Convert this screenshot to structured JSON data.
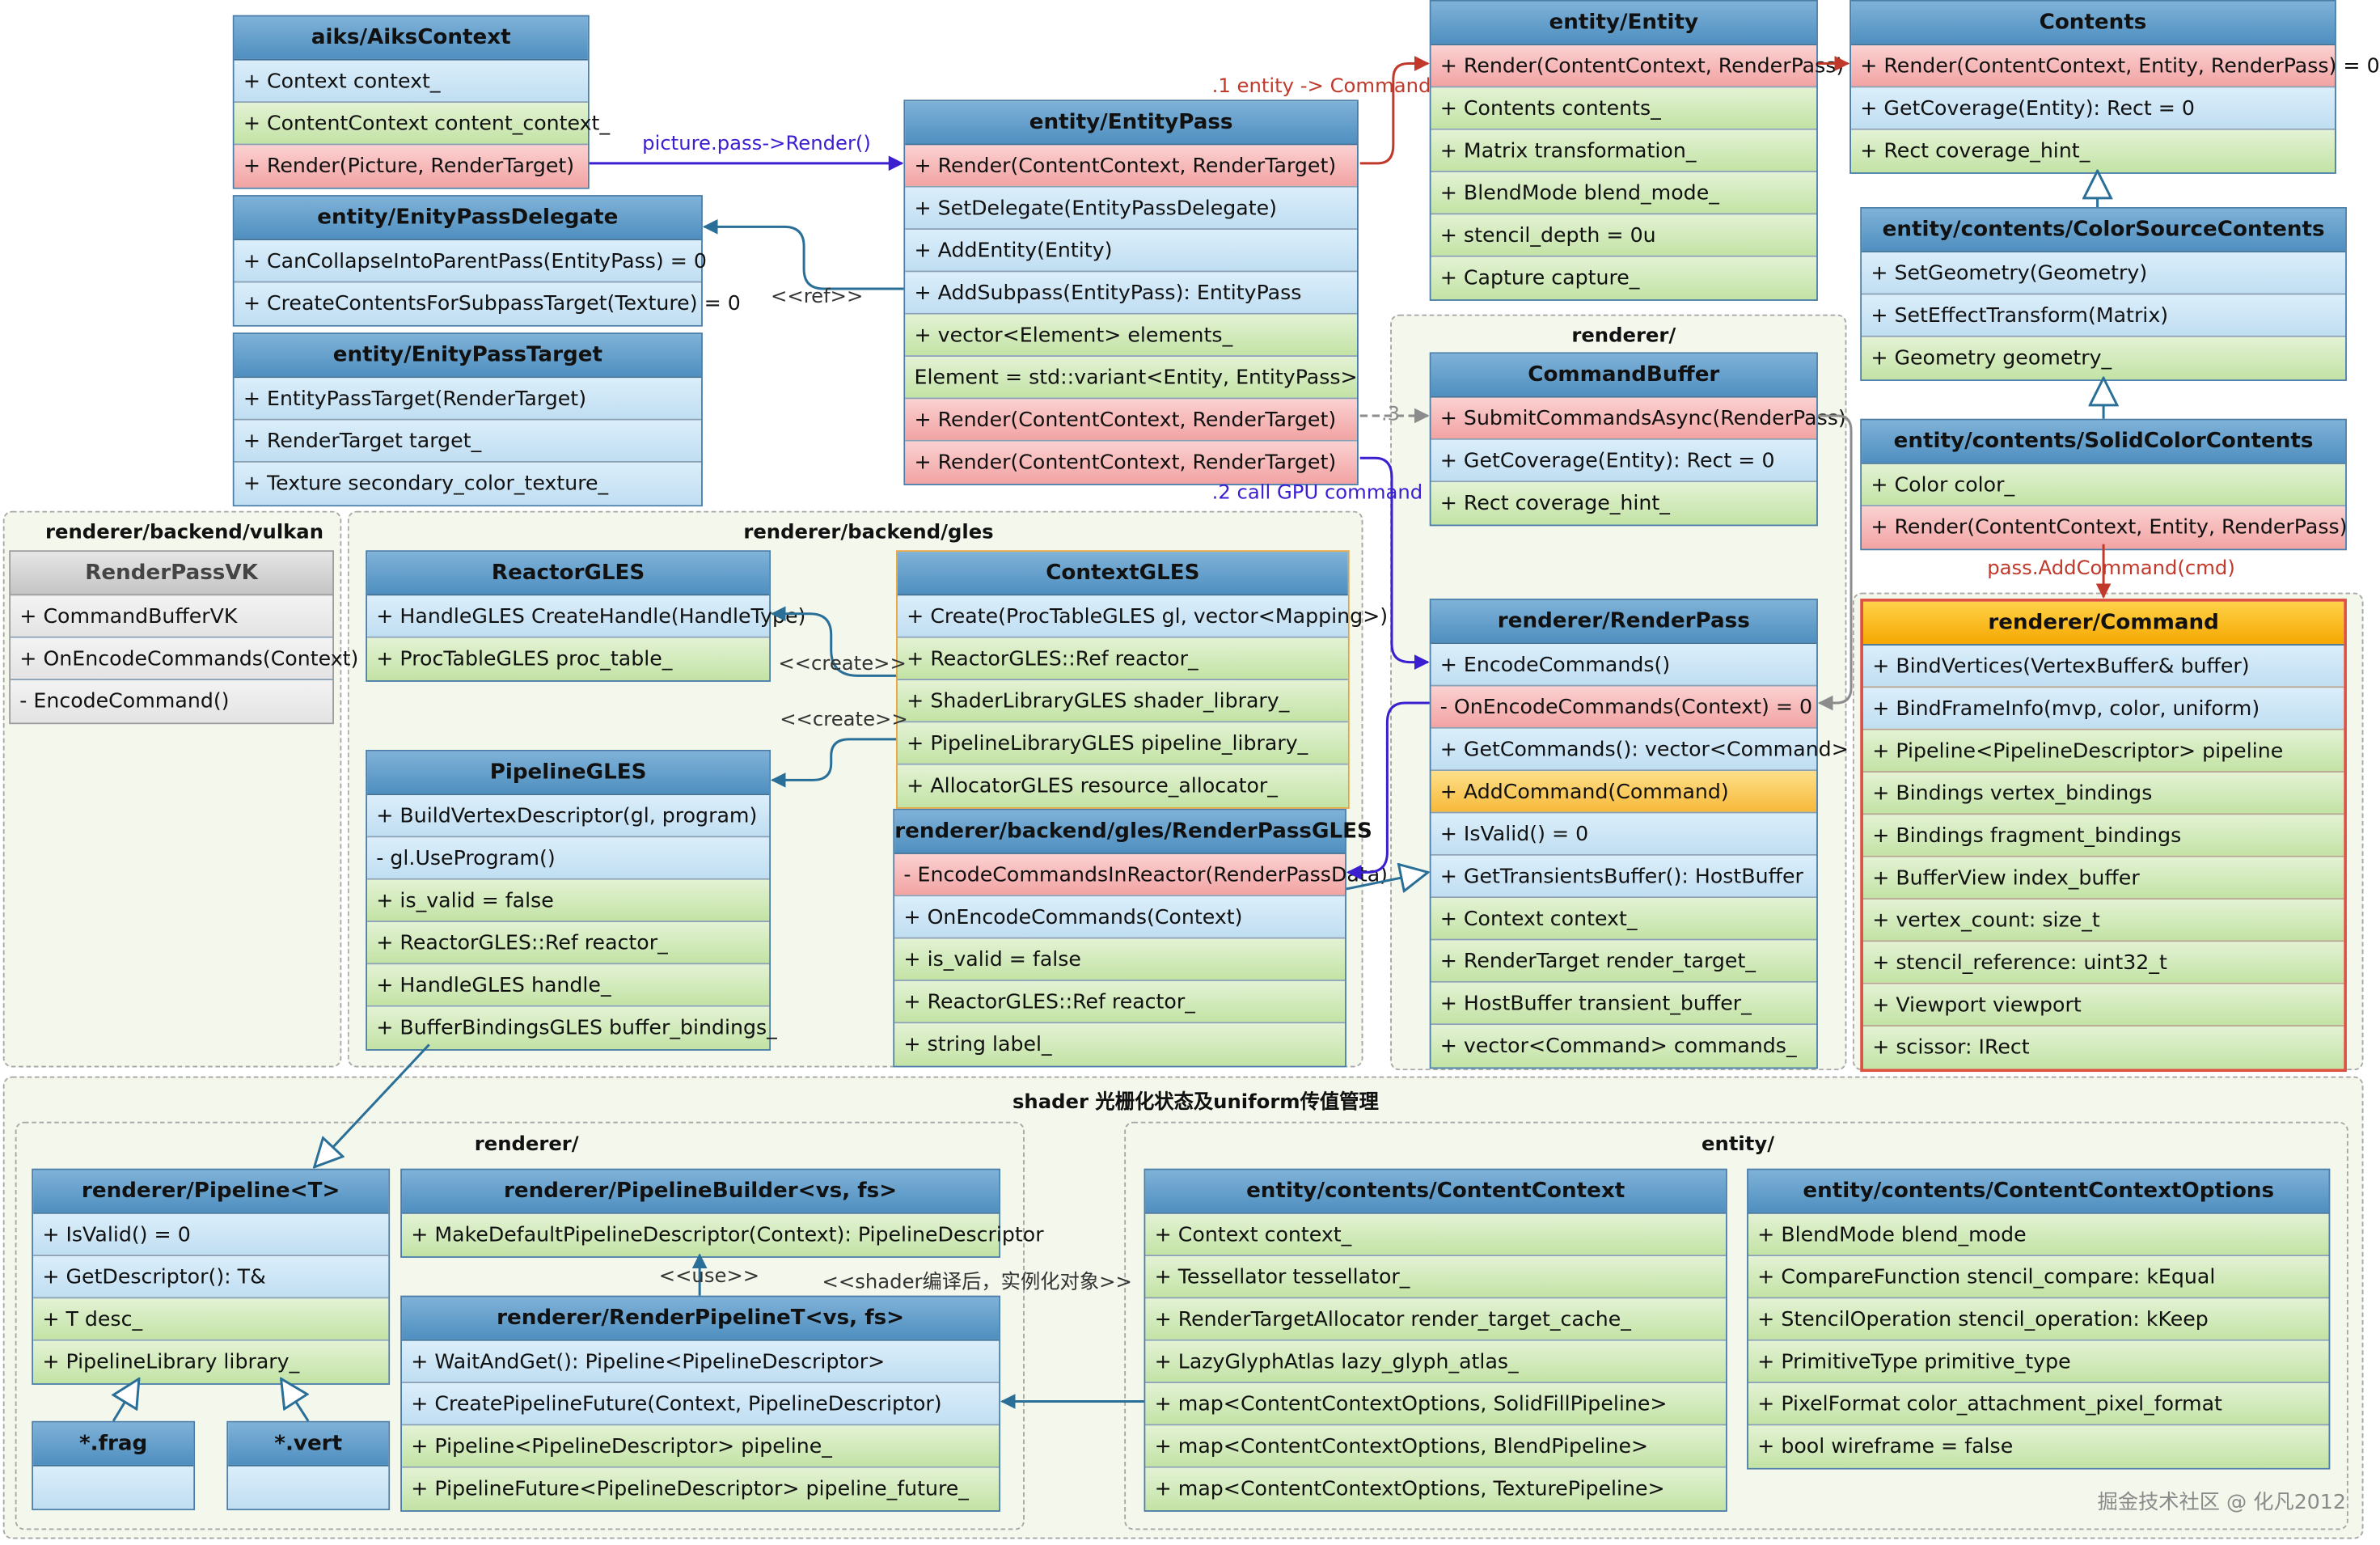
{
  "groups": {
    "vulkan": "renderer/backend/vulkan",
    "gles": "renderer/backend/gles",
    "renderer_top": "renderer/",
    "shader": "shader 光栅化状态及uniform传值管理",
    "renderer_bottom": "renderer/",
    "entity_bottom": "entity/"
  },
  "classes": {
    "aiks_context": {
      "title": "aiks/AiksContext",
      "rows": [
        "+ Context context_",
        "+ ContentContext content_context_",
        "+ Render(Picture, RenderTarget)"
      ]
    },
    "entity_pass_delegate": {
      "title": "entity/EnityPassDelegate",
      "rows": [
        "+ CanCollapseIntoParentPass(EntityPass) = 0",
        "+ CreateContentsForSubpassTarget(Texture) = 0"
      ]
    },
    "entity_pass_target": {
      "title": "entity/EnityPassTarget",
      "rows": [
        "+ EntityPassTarget(RenderTarget)",
        "+ RenderTarget target_",
        "+ Texture secondary_color_texture_"
      ]
    },
    "entity_pass": {
      "title": "entity/EntityPass",
      "rows": [
        "+ Render(ContentContext, RenderTarget)",
        "+ SetDelegate(EntityPassDelegate)",
        "+ AddEntity(Entity)",
        "+ AddSubpass(EntityPass): EntityPass",
        "+ vector<Element> elements_",
        "Element = std::variant<Entity, EntityPass>",
        "+ Render(ContentContext, RenderTarget)",
        "+ Render(ContentContext, RenderTarget)"
      ]
    },
    "entity": {
      "title": "entity/Entity",
      "rows": [
        "+ Render(ContentContext, RenderPass)",
        "+ Contents contents_",
        "+ Matrix transformation_",
        "+ BlendMode blend_mode_",
        "+ stencil_depth = 0u",
        "+ Capture capture_"
      ]
    },
    "contents": {
      "title": "Contents",
      "rows": [
        "+ Render(ContentContext, Entity, RenderPass) = 0",
        "+ GetCoverage(Entity): Rect = 0",
        "+ Rect coverage_hint_"
      ]
    },
    "color_source_contents": {
      "title": "entity/contents/ColorSourceContents",
      "rows": [
        "+ SetGeometry(Geometry)",
        "+ SetEffectTransform(Matrix)",
        "+ Geometry geometry_"
      ]
    },
    "solid_color_contents": {
      "title": "entity/contents/SolidColorContents",
      "rows": [
        "+ Color color_",
        "+ Render(ContentContext, Entity, RenderPass)"
      ]
    },
    "command_buffer": {
      "title": "CommandBuffer",
      "rows": [
        "+ SubmitCommandsAsync(RenderPass)",
        "+ GetCoverage(Entity): Rect = 0",
        "+ Rect coverage_hint_"
      ]
    },
    "render_pass": {
      "title": "renderer/RenderPass",
      "rows": [
        "+ EncodeCommands()",
        "- OnEncodeCommands(Context) = 0",
        "+ GetCommands(): vector<Command>",
        "+ AddCommand(Command)",
        "+  IsValid() = 0",
        "+ GetTransientsBuffer(): HostBuffer",
        "+ Context context_",
        "+ RenderTarget render_target_",
        "+ HostBuffer transient_buffer_",
        "+ vector<Command> commands_"
      ]
    },
    "command": {
      "title": "renderer/Command",
      "rows": [
        "+ BindVertices(VertexBuffer& buffer)",
        "+ BindFrameInfo(mvp, color, uniform)",
        "+ Pipeline<PipelineDescriptor> pipeline",
        "+ Bindings vertex_bindings",
        "+ Bindings fragment_bindings",
        "+ BufferView index_buffer",
        "+ vertex_count: size_t",
        "+ stencil_reference: uint32_t",
        "+ Viewport viewport",
        "+ scissor: IRect"
      ]
    },
    "render_pass_vk": {
      "title": "RenderPassVK",
      "rows": [
        "+ CommandBufferVK",
        "+ OnEncodeCommands(Context)",
        "- EncodeCommand()"
      ]
    },
    "reactor_gles": {
      "title": "ReactorGLES",
      "rows": [
        "+ HandleGLES CreateHandle(HandleType)",
        "+ ProcTableGLES proc_table_"
      ]
    },
    "context_gles": {
      "title": "ContextGLES",
      "rows": [
        "+ Create(ProcTableGLES gl, vector<Mapping>)",
        "+ ReactorGLES::Ref reactor_",
        "+ ShaderLibraryGLES shader_library_",
        "+ PipelineLibraryGLES pipeline_library_",
        "+ AllocatorGLES resource_allocator_"
      ]
    },
    "pipeline_gles": {
      "title": "PipelineGLES",
      "rows": [
        "+ BuildVertexDescriptor(gl, program)",
        "- gl.UseProgram()",
        "+ is_valid = false",
        "+ ReactorGLES::Ref reactor_",
        "+ HandleGLES handle_",
        "+ BufferBindingsGLES buffer_bindings_"
      ]
    },
    "render_pass_gles": {
      "title": "renderer/backend/gles/RenderPassGLES",
      "rows": [
        "- EncodeCommandsInReactor(RenderPassData)",
        "+ OnEncodeCommands(Context)",
        "+ is_valid = false",
        "+ ReactorGLES::Ref reactor_",
        "+ string label_"
      ]
    },
    "pipeline": {
      "title": "renderer/Pipeline<T>",
      "rows": [
        "+ IsValid() = 0",
        "+ GetDescriptor(): T&",
        "+ T desc_",
        "+ PipelineLibrary library_"
      ]
    },
    "frag": {
      "title": "*.frag"
    },
    "vert": {
      "title": "*.vert"
    },
    "pipeline_builder": {
      "title": "renderer/PipelineBuilder<vs, fs>",
      "rows": [
        "+ MakeDefaultPipelineDescriptor(Context): PipelineDescriptor"
      ]
    },
    "render_pipeline_t": {
      "title": "renderer/RenderPipelineT<vs, fs>",
      "rows": [
        "+ WaitAndGet(): Pipeline<PipelineDescriptor>",
        "+ CreatePipelineFuture(Context, PipelineDescriptor)",
        "+ Pipeline<PipelineDescriptor> pipeline_",
        "+ PipelineFuture<PipelineDescriptor> pipeline_future_"
      ]
    },
    "content_context": {
      "title": "entity/contents/ContentContext",
      "rows": [
        "+ Context context_",
        "+ Tessellator tessellator_",
        "+ RenderTargetAllocator render_target_cache_",
        "+ LazyGlyphAtlas lazy_glyph_atlas_",
        "+ map<ContentContextOptions, SolidFillPipeline>",
        "+ map<ContentContextOptions, BlendPipeline>",
        "+ map<ContentContextOptions, TexturePipeline>"
      ]
    },
    "content_context_options": {
      "title": "entity/contents/ContentContextOptions",
      "rows": [
        "+ BlendMode blend_mode",
        "+ CompareFunction stencil_compare: kEqual",
        "+ StencilOperation stencil_operation: kKeep",
        "+ PrimitiveType primitive_type",
        "+ PixelFormat color_attachment_pixel_format",
        "+ bool wireframe = false"
      ]
    }
  },
  "edges": {
    "picture_pass": "picture.pass->Render()",
    "entity_command": ".1 entity -> Command",
    "ref": "<<ref>>",
    "step3": ".3",
    "call_gpu": ".2 call GPU command",
    "add_command": "pass.AddCommand(cmd)",
    "create1": "<<create>>",
    "create2": "<<create>>",
    "use": "<<use>>",
    "shader_compile": "<<shader编译后，实例化对象>>"
  },
  "watermark": "掘金技术社区 @ 化凡2012",
  "colors": {
    "red_arrow": "#c0392b",
    "purple_arrow": "#3a1fd1",
    "teal_arrow": "#2a6f97",
    "gray_arrow": "#8c8c8c",
    "header_blue": "#5b9bd0",
    "command_border": "#e05040"
  }
}
